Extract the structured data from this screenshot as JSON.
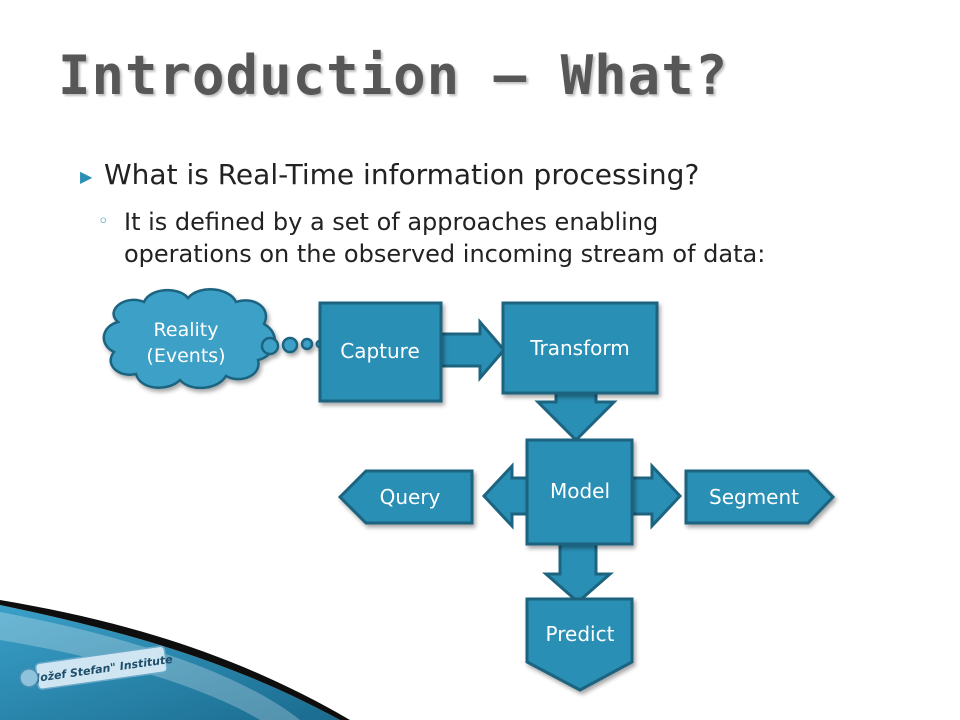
{
  "slide": {
    "title": "Introduction – What?",
    "bullet_level1": "What is Real-Time information processing?",
    "bullet_level2_line1": "It is defined by a set of approaches enabling",
    "bullet_level2_line2": "operations on the observed incoming stream of data:"
  },
  "diagram": {
    "reality_line1": "Reality",
    "reality_line2": "(Events)",
    "capture": "Capture",
    "transform": "Transform",
    "model": "Model",
    "query": "Query",
    "segment": "Segment",
    "predict": "Predict"
  },
  "logo": {
    "text": "\"Jožef Stefan\" Institute"
  },
  "colors": {
    "box_fill": "#2a8fb5",
    "box_stroke": "#1d6480",
    "cloud_fill": "#3ea0c6",
    "label_color": "#ffffff",
    "bullet_accent": "#2a8fb5"
  }
}
